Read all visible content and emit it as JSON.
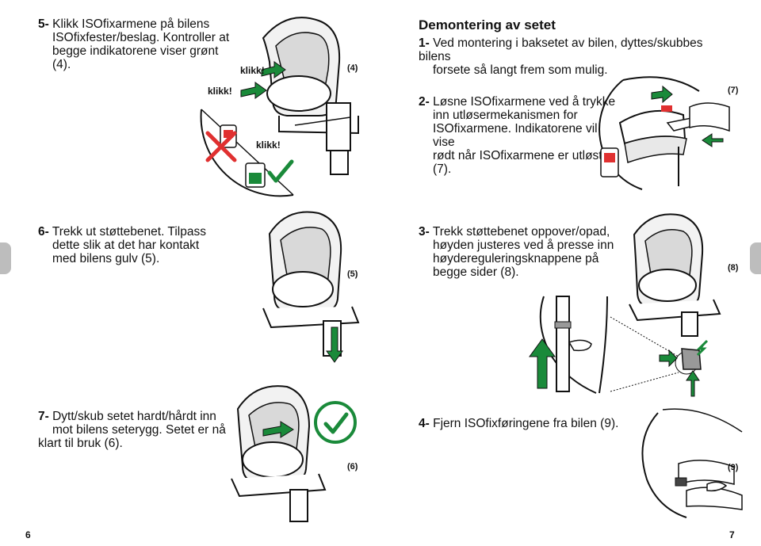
{
  "colors": {
    "green": "#1a8a3a",
    "red": "#e03030",
    "tab": "#bdbdbd",
    "line": "#111111"
  },
  "left": {
    "step5": {
      "num": "5-",
      "text_l1": "Klikk ISOfixarmene på bilens",
      "text_l2": "ISOfixfester/beslag. Kontroller at",
      "text_l3": "begge indikatorene viser grønt (4)."
    },
    "fig4": {
      "label": "(4)",
      "klikk_top": "klikk!",
      "klikk_mid": "klikk!",
      "klikk_low": "klikk!"
    },
    "step6": {
      "num": "6-",
      "text_l1": "Trekk ut støttebenet. Tilpass",
      "text_l2": "dette slik at det har kontakt",
      "text_l3": "med bilens gulv (5)."
    },
    "fig5": {
      "label": "(5)"
    },
    "step7": {
      "num": "7-",
      "text_l1": "Dytt/skub setet hardt/hårdt inn",
      "text_l2": "mot bilens seterygg. Setet er nå",
      "text_l3": "klart til bruk (6)."
    },
    "fig6": {
      "label": "(6)"
    },
    "page_number": "6"
  },
  "right": {
    "heading": "Demontering av setet",
    "step1": {
      "num": "1-",
      "text_l1": "Ved montering i baksetet av bilen, dyttes/skubbes bilens",
      "text_l2": "forsete så langt frem som mulig."
    },
    "step2": {
      "num": "2-",
      "text_l1": "Løsne ISOfixarmene ved å trykke",
      "text_l2": "inn utløsermekanismen for",
      "text_l3": "ISOfixarmene. Indikatorene vil vise",
      "text_l4": "rødt når ISOfixarmene er utløst (7)."
    },
    "fig7": {
      "label": "(7)"
    },
    "step3": {
      "num": "3-",
      "text_l1": "Trekk støttebenet oppover/opad,",
      "text_l2": "høyden justeres ved å presse inn",
      "text_l3": "høydereguleringsknappene på",
      "text_l4": "begge sider (8)."
    },
    "fig8": {
      "label": "(8)"
    },
    "step4": {
      "num": "4-",
      "text_l1": "Fjern ISOfixføringene fra bilen (9)."
    },
    "fig9": {
      "label": "(9)"
    },
    "page_number": "7"
  },
  "icons": [
    "check-icon",
    "cross-icon",
    "arrow-up-icon",
    "arrow-down-icon",
    "arrow-left-icon",
    "arrow-right-icon"
  ]
}
